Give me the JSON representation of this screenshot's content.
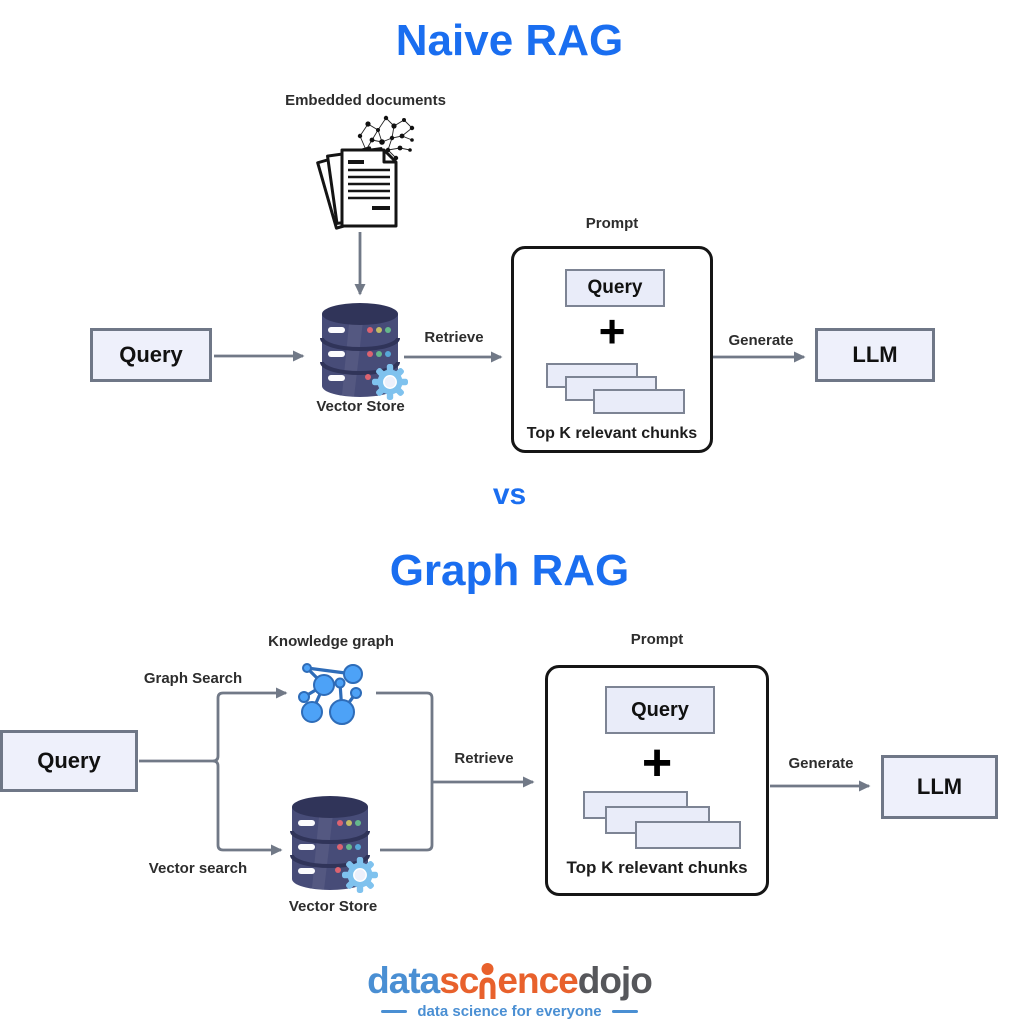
{
  "titles": {
    "naive": "Naive RAG",
    "versus": "vs",
    "graph": "Graph RAG"
  },
  "naive": {
    "embedded_documents_label": "Embedded documents",
    "query_label": "Query",
    "vector_store_label": "Vector Store",
    "retrieve_label": "Retrieve",
    "prompt_label": "Prompt",
    "prompt_query_label": "Query",
    "plus_sign": "+",
    "top_k_label": "Top K relevant chunks",
    "generate_label": "Generate",
    "llm_label": "LLM"
  },
  "graph": {
    "knowledge_graph_label": "Knowledge graph",
    "graph_search_label": "Graph Search",
    "vector_search_label": "Vector search",
    "query_label": "Query",
    "vector_store_label": "Vector Store",
    "retrieve_label": "Retrieve",
    "prompt_label": "Prompt",
    "prompt_query_label": "Query",
    "plus_sign": "+",
    "top_k_label": "Top K relevant chunks",
    "generate_label": "Generate",
    "llm_label": "LLM"
  },
  "footer": {
    "logo": {
      "part1": "data",
      "part2a": "sc",
      "part2b": "ence",
      "part3": "dojo"
    },
    "tagline": "data science for everyone"
  },
  "colors": {
    "title_blue": "#1a6ef0",
    "node_fill": "#eef0fb",
    "node_border": "#6f7787",
    "arrow_gray": "#717987",
    "prompt_border": "#151515",
    "label_text": "#2d2d2d",
    "knowledge_graph_fill": "#4da2f7",
    "knowledge_graph_stroke": "#2e6cb8",
    "database_navy": "#474c78",
    "database_dark": "#303459",
    "gear_blue": "#7fc2ee",
    "logo_blue": "#4a8fd3",
    "logo_orange": "#e8612c",
    "logo_gray": "#56575b"
  }
}
